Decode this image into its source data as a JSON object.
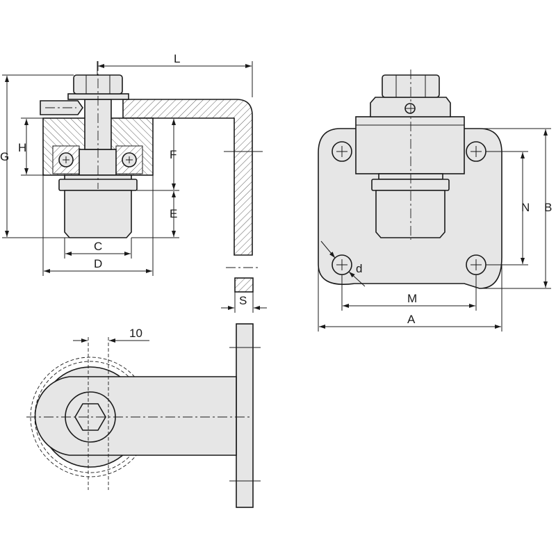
{
  "dimension_labels": {
    "L": "L",
    "G": "G",
    "H": "H",
    "F": "F",
    "E": "E",
    "C": "C",
    "D": "D",
    "S": "S",
    "ten": "10",
    "M": "M",
    "A": "A",
    "N": "N",
    "B": "B",
    "d": "d"
  },
  "colors": {
    "part_fill": "#e6e6e6",
    "line": "#1a1a1a"
  }
}
